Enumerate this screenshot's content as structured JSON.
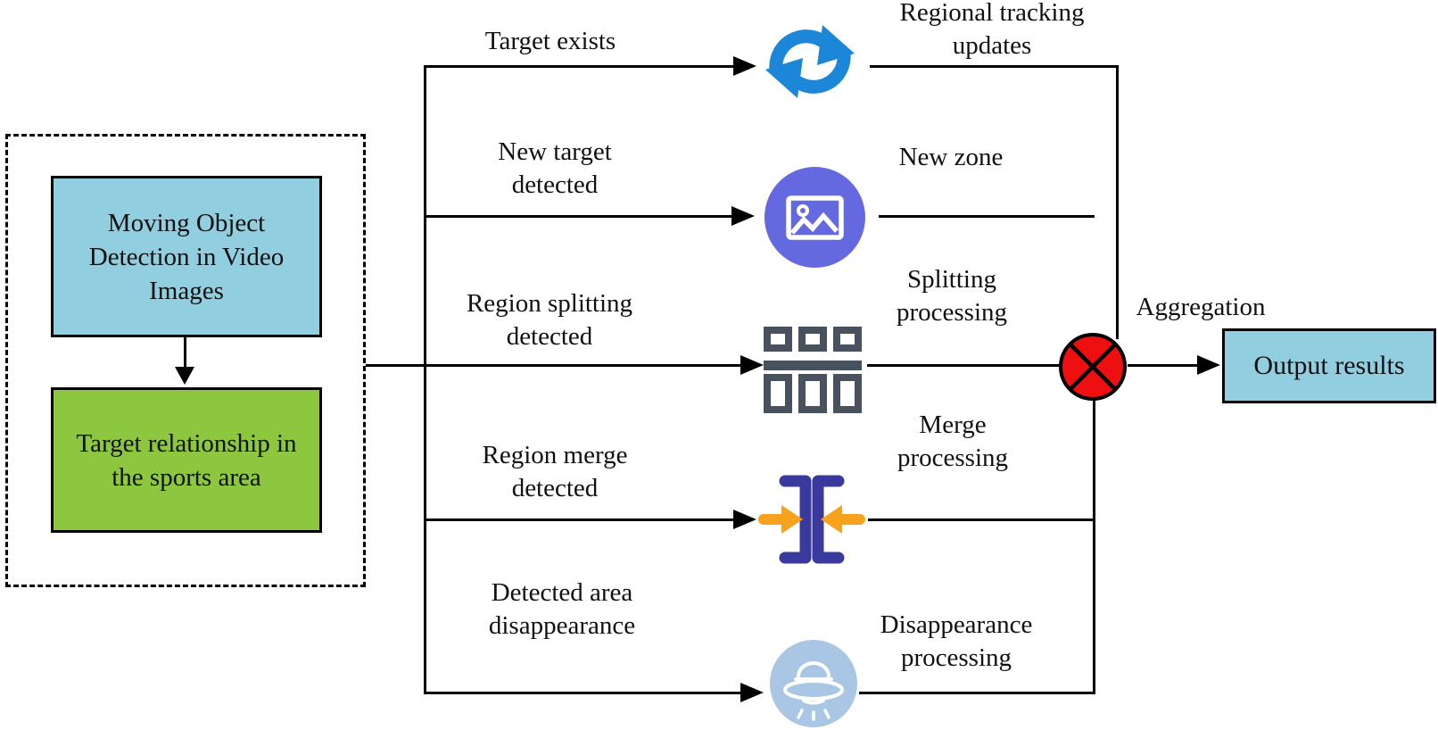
{
  "input_stage": {
    "detection_box": "Moving Object Detection in Video Images",
    "relationship_box": "Target relationship in the sports area"
  },
  "branches": [
    {
      "condition": "Target exists",
      "icon": "sync-icon",
      "outcome": "Regional tracking updates"
    },
    {
      "condition": "New target detected",
      "icon": "image-icon",
      "outcome": "New zone"
    },
    {
      "condition": "Region splitting detected",
      "icon": "split-grid-icon",
      "outcome": "Splitting processing"
    },
    {
      "condition": "Region merge detected",
      "icon": "merge-icon",
      "outcome": "Merge processing"
    },
    {
      "condition": "Detected area disappearance",
      "icon": "ufo-icon",
      "outcome": "Disappearance processing"
    }
  ],
  "aggregation": {
    "label": "Aggregation"
  },
  "output": {
    "label": "Output results"
  },
  "colors": {
    "lightblue": "#90CEE0",
    "green": "#8DC63F",
    "red": "#EE1010",
    "syncblue": "#1C87D8",
    "imagecircle": "#6569E0",
    "gridgray": "#47525E",
    "bracketindigo": "#3A3A9E",
    "arroworange": "#F6A21E",
    "ufoblue": "#A9C6E4",
    "line": "#000000"
  }
}
